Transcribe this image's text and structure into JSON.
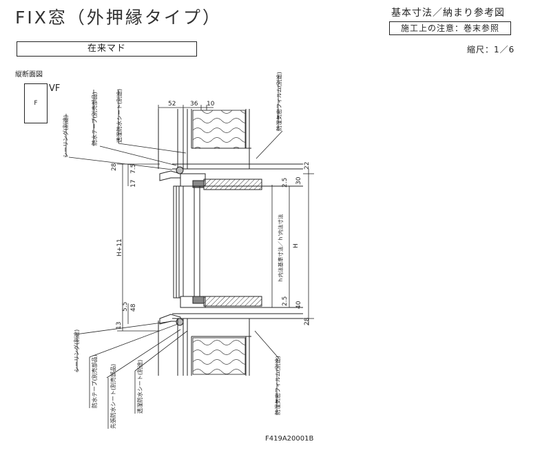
{
  "header": {
    "title": "FIX窓（外押縁タイプ）",
    "subtitle": "基本寸法／納まり参考図",
    "note": "施工上の注意：巻末参照"
  },
  "frame_type": "在来マド",
  "scale": "縮尺：1／6",
  "section_label": "縦断面図",
  "legend": {
    "box_letter": "F",
    "type_code": "VF"
  },
  "dimensions": {
    "top": [
      "52",
      "36",
      "10"
    ],
    "left_upper": [
      "28",
      "7.5",
      "17"
    ],
    "left_main": "H+11",
    "left_lower": [
      "5.5",
      "48",
      "13"
    ],
    "right_upper": [
      "22",
      "30",
      "2.5"
    ],
    "right_lower": [
      "2.5",
      "40",
      "28"
    ],
    "inner_height": "H",
    "inner_label": "ｈ内法基準寸法／ｈ'内法寸法"
  },
  "callouts": {
    "top": [
      "シーリング(別途)",
      "防水テープ(別売部品)",
      "透湿防水シート(別途)",
      "防湿気密フィルム(別途)"
    ],
    "bottom": [
      "シーリング(別途)",
      "防水テープ(別売部品)",
      "先張防水シート(別売部品)",
      "透湿防水シート(別途)",
      "防湿気密フィルム(別途)"
    ]
  },
  "drawing_code": "F419A20001B"
}
